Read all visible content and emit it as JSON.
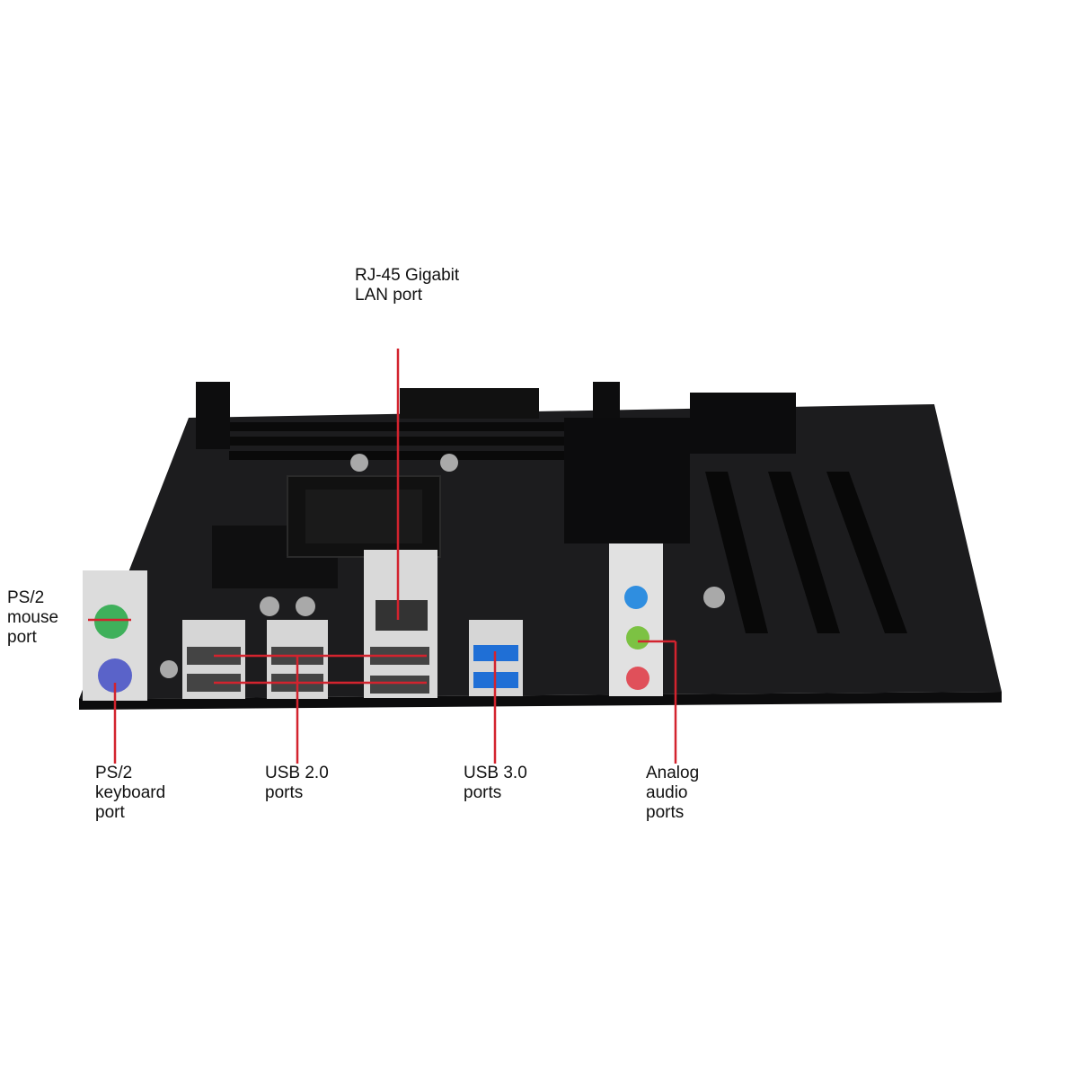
{
  "colors": {
    "leader_line": "#d3232e",
    "board": "#1c1c1e",
    "heatsink": "#0f0f10",
    "io_shield": "#dcdcdc",
    "ps2_mouse": "#3fb05b",
    "ps2_keyboard": "#5a63c9",
    "usb3_tongue": "#1f6fd6",
    "audio_blue": "#2f8ee0",
    "audio_green": "#7cc243",
    "audio_pink": "#e0505a"
  },
  "callouts": {
    "lan": {
      "lines": [
        "RJ-45 Gigabit",
        "LAN port"
      ]
    },
    "ps2_mouse": {
      "lines": [
        "PS/2",
        "mouse",
        "port"
      ]
    },
    "ps2_keyboard": {
      "lines": [
        "PS/2",
        "keyboard",
        "port"
      ]
    },
    "usb2": {
      "lines": [
        "USB 2.0",
        "ports"
      ]
    },
    "usb3": {
      "lines": [
        "USB 3.0",
        "ports"
      ]
    },
    "audio": {
      "lines": [
        "Analog",
        "audio",
        "ports"
      ]
    }
  },
  "icons": [
    "motherboard-illustration",
    "cpu-socket-icon",
    "heatsink-icon",
    "ps2-port-icon",
    "usb-port-icon",
    "rj45-port-icon",
    "audio-jack-icon"
  ]
}
